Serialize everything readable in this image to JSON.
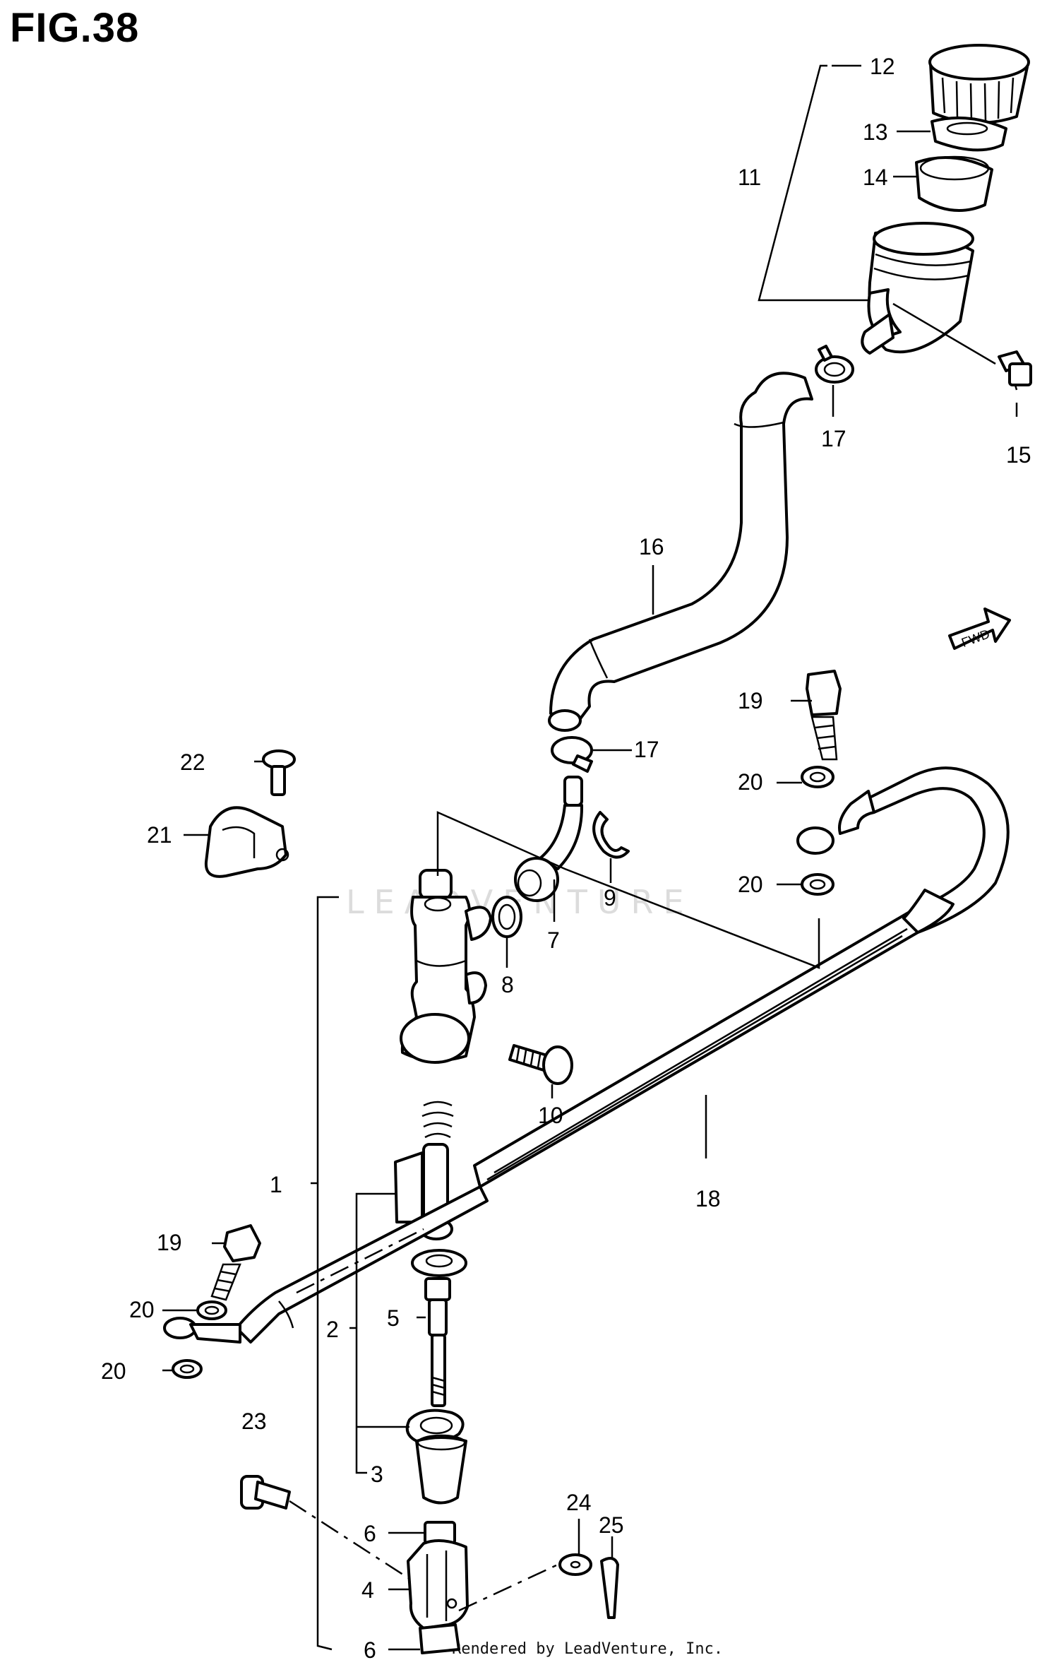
{
  "figure": {
    "title": "FIG.38"
  },
  "watermark": "LEADVENTURE",
  "credit": "Rendered by LeadVenture, Inc.",
  "fwd_label": "FWD",
  "callouts": [
    {
      "id": "c12",
      "text": "12"
    },
    {
      "id": "c13",
      "text": "13"
    },
    {
      "id": "c11",
      "text": "11"
    },
    {
      "id": "c14",
      "text": "14"
    },
    {
      "id": "c17a",
      "text": "17"
    },
    {
      "id": "c15",
      "text": "15"
    },
    {
      "id": "c16",
      "text": "16"
    },
    {
      "id": "c19a",
      "text": "19"
    },
    {
      "id": "c22",
      "text": "22"
    },
    {
      "id": "c17b",
      "text": "17"
    },
    {
      "id": "c20a",
      "text": "20"
    },
    {
      "id": "c21",
      "text": "21"
    },
    {
      "id": "c9",
      "text": "9"
    },
    {
      "id": "c20b",
      "text": "20"
    },
    {
      "id": "c8",
      "text": "8"
    },
    {
      "id": "c7",
      "text": "7"
    },
    {
      "id": "c10",
      "text": "10"
    },
    {
      "id": "c1",
      "text": "1"
    },
    {
      "id": "c18",
      "text": "18"
    },
    {
      "id": "c19b",
      "text": "19"
    },
    {
      "id": "c20c",
      "text": "20"
    },
    {
      "id": "c2",
      "text": "2"
    },
    {
      "id": "c5",
      "text": "5"
    },
    {
      "id": "c20d",
      "text": "20"
    },
    {
      "id": "c23",
      "text": "23"
    },
    {
      "id": "c3",
      "text": "3"
    },
    {
      "id": "c24",
      "text": "24"
    },
    {
      "id": "c25",
      "text": "25"
    },
    {
      "id": "c6a",
      "text": "6"
    },
    {
      "id": "c4",
      "text": "4"
    },
    {
      "id": "c6b",
      "text": "6"
    }
  ]
}
